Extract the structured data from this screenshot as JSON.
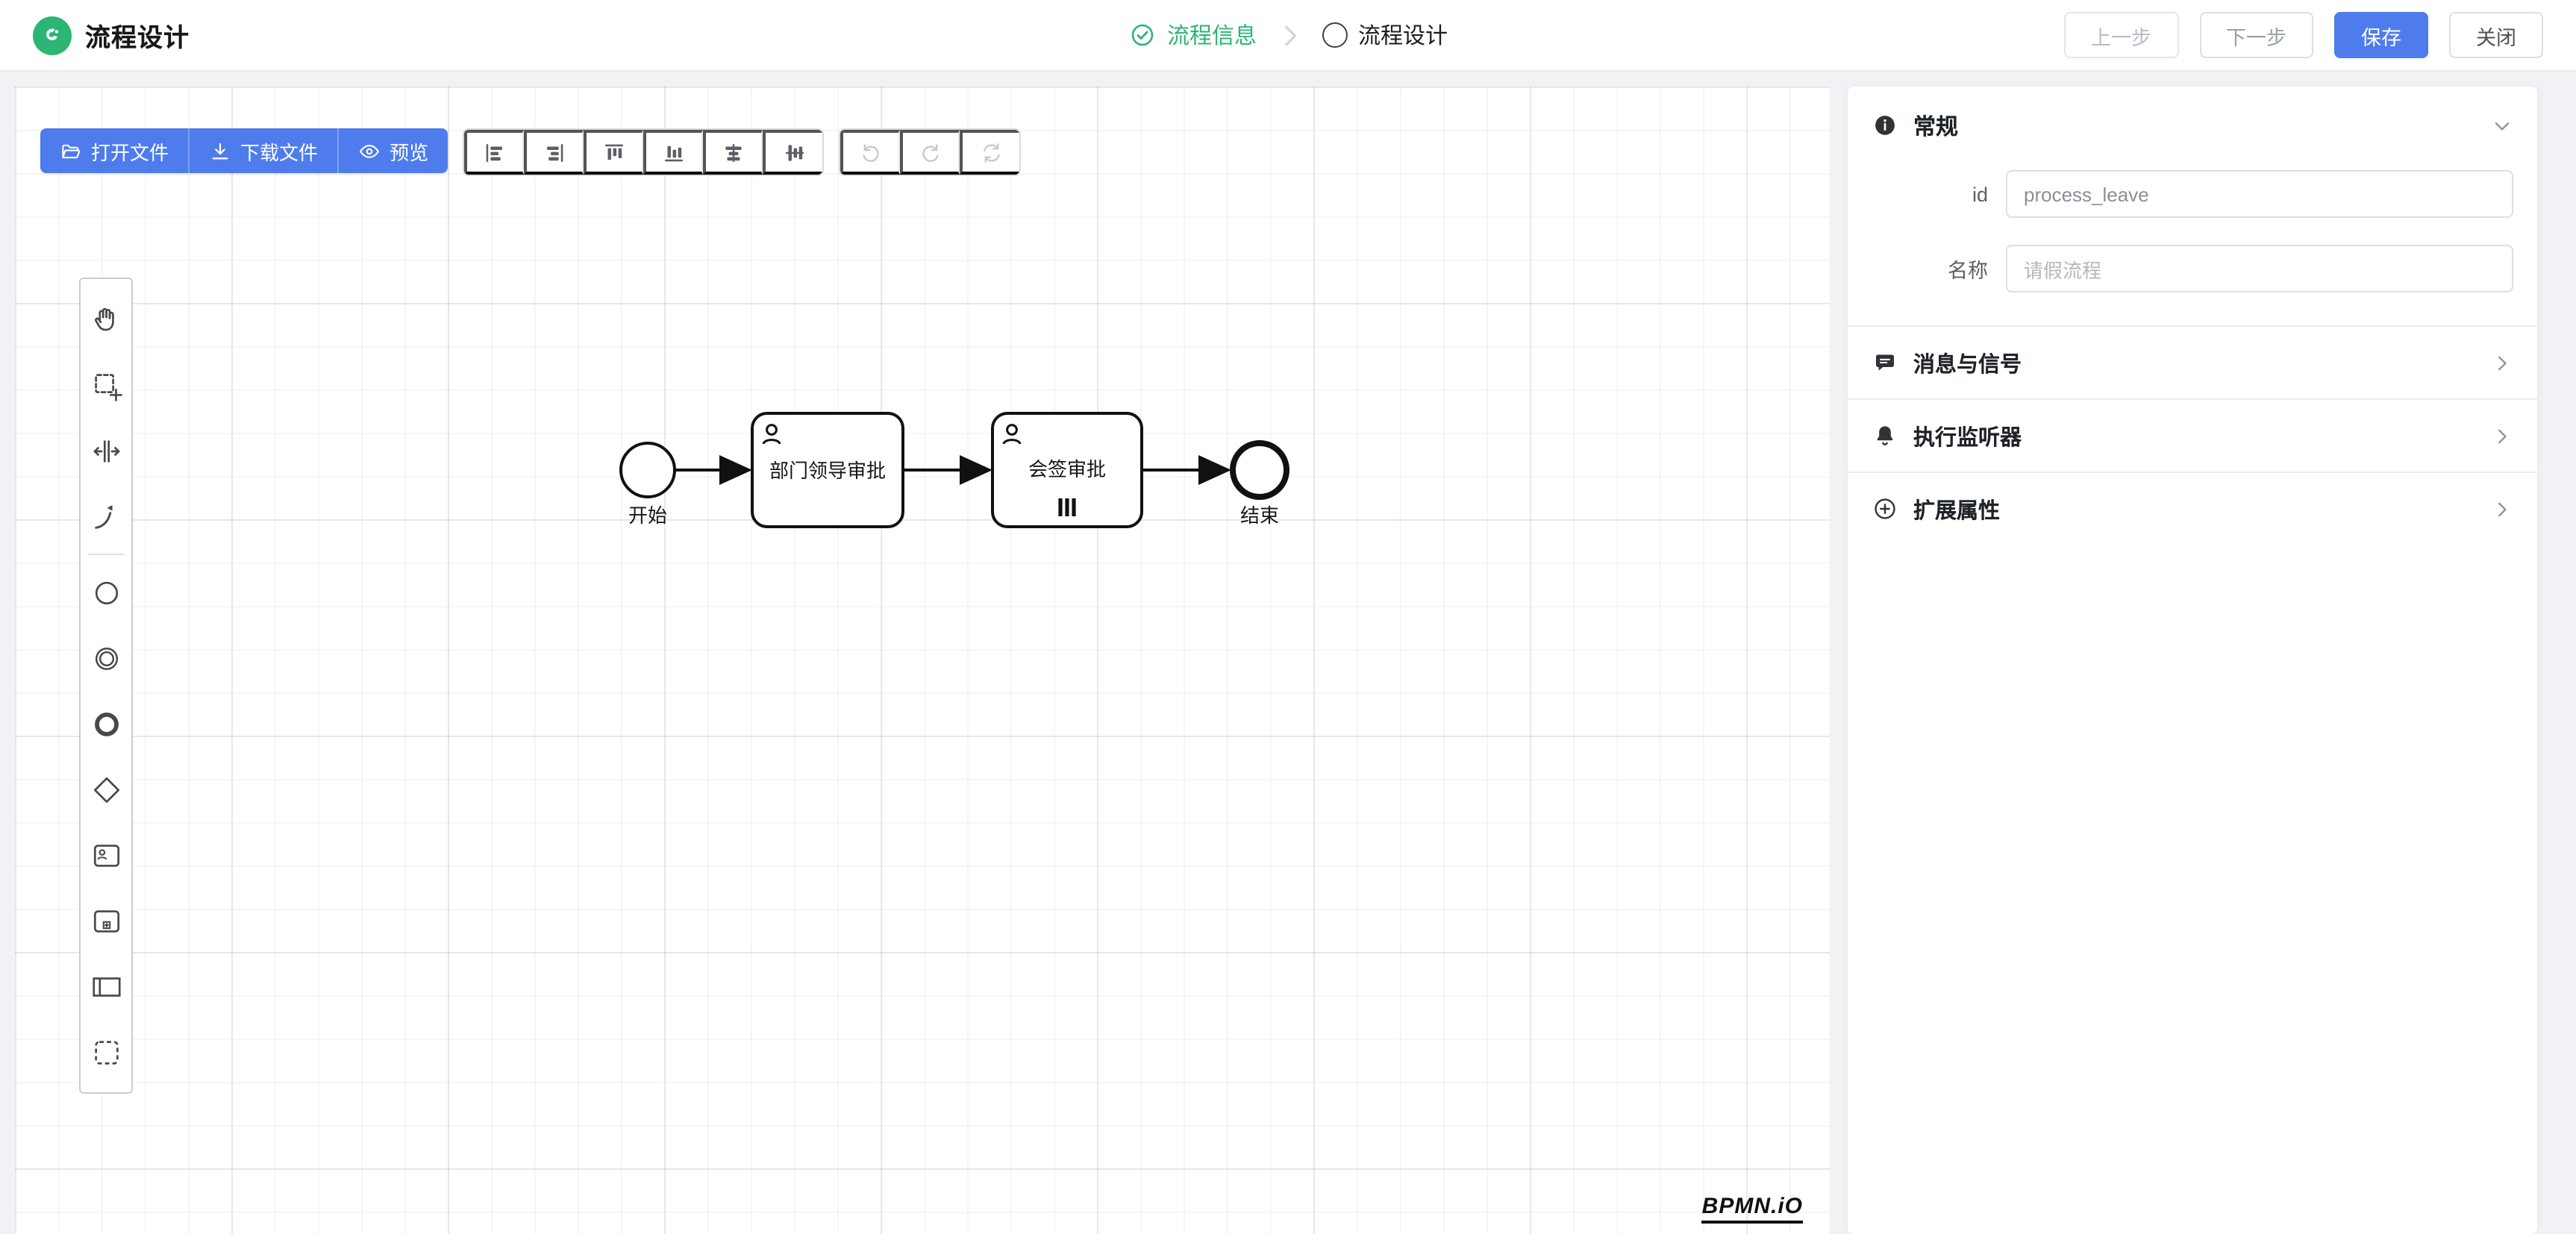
{
  "colors": {
    "primary": "#4e7cec",
    "success": "#2bb673",
    "shape_stroke": "#111111"
  },
  "header": {
    "app_title": "流程设计",
    "logo_icon": "brand-logo",
    "steps": [
      {
        "label": "流程信息",
        "state": "completed",
        "icon": "check-circle-icon"
      },
      {
        "label": "流程设计",
        "state": "current",
        "icon": "empty-circle-icon"
      }
    ],
    "actions": {
      "prev": "上一步",
      "next": "下一步",
      "save": "保存",
      "close": "关闭"
    }
  },
  "canvas_toolbar": {
    "file_buttons": [
      {
        "label": "打开文件",
        "icon": "folder-open-icon"
      },
      {
        "label": "下载文件",
        "icon": "download-icon"
      },
      {
        "label": "预览",
        "icon": "eye-icon"
      }
    ],
    "align_buttons": [
      "align-left",
      "align-right",
      "align-top",
      "align-bottom",
      "align-center-horizontal",
      "align-center-vertical"
    ],
    "history_buttons": [
      "undo",
      "redo",
      "refresh"
    ]
  },
  "palette": {
    "tools": [
      "hand-tool",
      "lasso-tool",
      "space-tool",
      "global-connect-tool"
    ],
    "elements": [
      "start-event",
      "intermediate-event",
      "end-event",
      "gateway",
      "user-task",
      "subprocess",
      "participant",
      "group"
    ]
  },
  "canvas": {
    "watermark": "BPMN.iO",
    "nodes": [
      {
        "id": "start",
        "type": "start-event",
        "label": "开始"
      },
      {
        "id": "task1",
        "type": "user-task",
        "label": "部门领导审批"
      },
      {
        "id": "task2",
        "type": "user-task",
        "label": "会签审批",
        "marker": "parallel-multi-instance"
      },
      {
        "id": "end",
        "type": "end-event",
        "label": "结束"
      }
    ],
    "flows": [
      {
        "from": "start",
        "to": "task1"
      },
      {
        "from": "task1",
        "to": "task2"
      },
      {
        "from": "task2",
        "to": "end"
      }
    ]
  },
  "properties": {
    "general": {
      "title": "常规",
      "icon": "info-circle-icon",
      "fields": [
        {
          "label": "id",
          "value": "process_leave"
        },
        {
          "label": "名称",
          "value": "请假流程"
        }
      ]
    },
    "sections": [
      {
        "label": "消息与信号",
        "icon": "message-icon"
      },
      {
        "label": "执行监听器",
        "icon": "bell-icon"
      },
      {
        "label": "扩展属性",
        "icon": "plus-circle-icon"
      }
    ]
  }
}
